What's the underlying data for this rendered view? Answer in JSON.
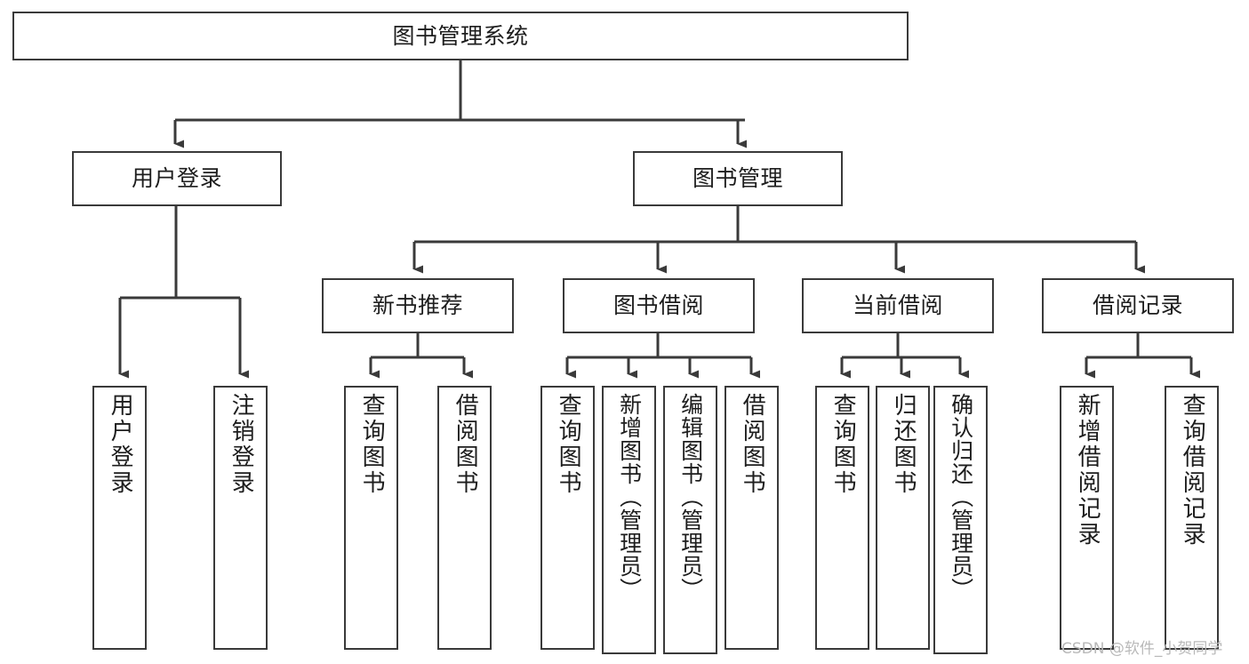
{
  "diagram": {
    "type": "tree-hierarchy-chart",
    "title": "图书管理系统",
    "background_color": "#ffffff",
    "line_color": "#3a3a3a",
    "text_color": "#1d1d1d",
    "levels": 4,
    "nodes": {
      "root": {
        "label": "图书管理系统",
        "orientation": "horizontal"
      },
      "level2": [
        {
          "label": "用户登录",
          "orientation": "horizontal"
        },
        {
          "label": "图书管理",
          "orientation": "horizontal"
        }
      ],
      "level3": [
        {
          "label": "新书推荐",
          "orientation": "horizontal"
        },
        {
          "label": "图书借阅",
          "orientation": "horizontal"
        },
        {
          "label": "当前借阅",
          "orientation": "horizontal"
        },
        {
          "label": "借阅记录",
          "orientation": "horizontal"
        }
      ],
      "leaves_user_login": [
        {
          "label": "用户登录",
          "orientation": "vertical"
        },
        {
          "label": "注销登录",
          "orientation": "vertical"
        }
      ],
      "leaves_new_book": [
        {
          "label": "查询图书",
          "orientation": "vertical"
        },
        {
          "label": "借阅图书",
          "orientation": "vertical"
        }
      ],
      "leaves_borrow": [
        {
          "label": "查询图书",
          "orientation": "vertical"
        },
        {
          "label": "新增图书（管理员）",
          "orientation": "vertical"
        },
        {
          "label": "编辑图书（管理员）",
          "orientation": "vertical"
        },
        {
          "label": "借阅图书",
          "orientation": "vertical"
        }
      ],
      "leaves_current": [
        {
          "label": "查询图书",
          "orientation": "vertical"
        },
        {
          "label": "归还图书",
          "orientation": "vertical"
        },
        {
          "label": "确认归还（管理员）",
          "orientation": "vertical"
        }
      ],
      "leaves_record": [
        {
          "label": "新增借阅记录",
          "orientation": "vertical"
        },
        {
          "label": "查询借阅记录",
          "orientation": "vertical"
        }
      ]
    }
  },
  "watermark": {
    "text": "CSDN @软件_小贺同学",
    "color": "#b9b9b9"
  }
}
